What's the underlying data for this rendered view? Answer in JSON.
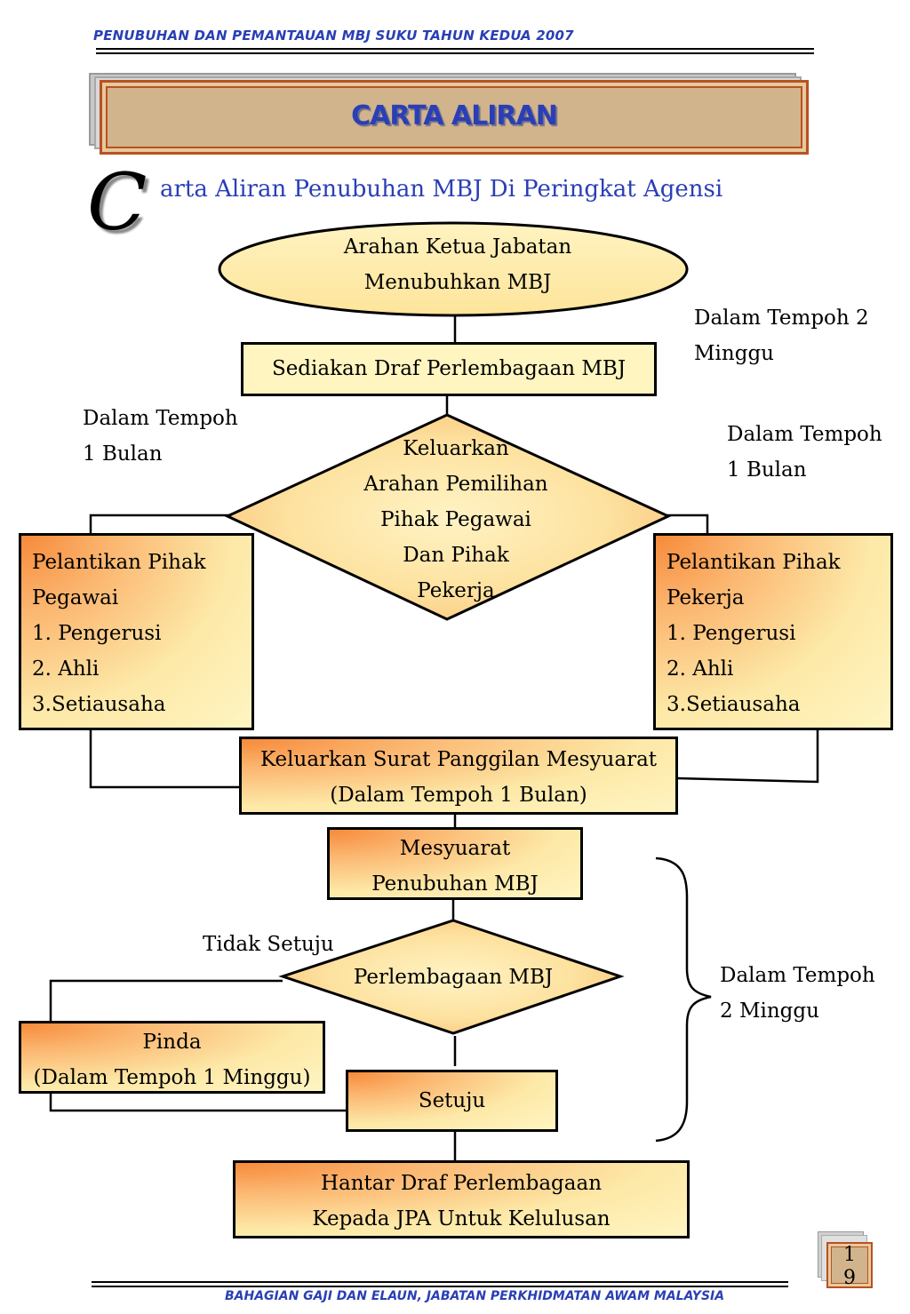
{
  "header": {
    "text": "PENUBUHAN DAN PEMANTAUAN MBJ SUKU TAHUN KEDUA 2007"
  },
  "title": {
    "text": "CARTA ALIRAN"
  },
  "subtitle": {
    "dropcap": "C",
    "text": "arta Aliran Penubuhan MBJ Di Peringkat Agensi"
  },
  "nodes": {
    "start": [
      "Arahan Ketua Jabatan",
      "Menubuhkan MBJ"
    ],
    "draft": "Sediakan Draf Perlembagaan MBJ",
    "decision1": [
      "Keluarkan",
      "Arahan Pemilihan",
      "Pihak Pegawai",
      "Dan Pihak",
      "Pekerja"
    ],
    "officers": [
      "Pelantikan Pihak",
      "Pegawai",
      "1. Pengerusi",
      "2. Ahli",
      "3.Setiausaha"
    ],
    "workers": [
      "Pelantikan Pihak",
      "Pekerja",
      "1. Pengerusi",
      "2. Ahli",
      "3.Setiausaha"
    ],
    "letter": [
      "Keluarkan Surat Panggilan Mesyuarat",
      "(Dalam Tempoh 1 Bulan)"
    ],
    "meeting": [
      "Mesyuarat",
      "Penubuhan MBJ"
    ],
    "decision2": "Perlembagaan MBJ",
    "amend": [
      "Pinda",
      "(Dalam Tempoh 1 Minggu)"
    ],
    "agree": "Setuju",
    "submit": [
      "Hantar Draf Perlembagaan",
      "Kepada JPA Untuk Kelulusan"
    ]
  },
  "labels": {
    "two_weeks_top": [
      "Dalam Tempoh 2",
      "Minggu"
    ],
    "one_month_left": [
      "Dalam Tempoh",
      "1 Bulan"
    ],
    "one_month_right": [
      "Dalam Tempoh",
      "1 Bulan"
    ],
    "disagree": "Tidak Setuju",
    "two_weeks_brace": [
      "Dalam Tempoh",
      "2 Minggu"
    ]
  },
  "footer": {
    "text": "BAHAGIAN GAJI DAN ELAUN, JABATAN PERKHIDMATAN AWAM MALAYSIA"
  },
  "page_number": [
    "1",
    "9"
  ],
  "colors": {
    "header_blue": "#2a3fb5",
    "node_orange": "#f78a3a",
    "node_yellow": "#fff5c2",
    "title_tan": "#d2b48c",
    "title_border": "#b8521f"
  }
}
